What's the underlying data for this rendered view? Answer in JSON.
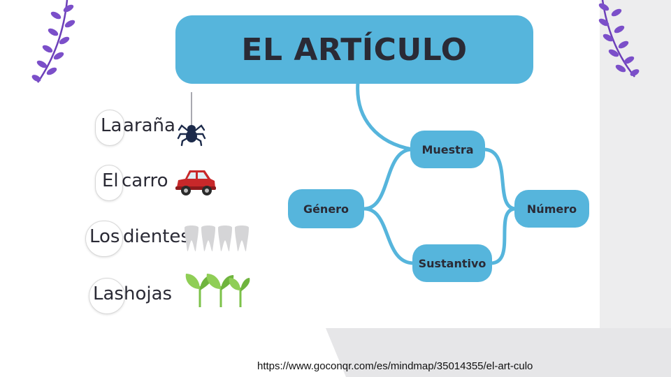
{
  "title": "EL ARTÍCULO",
  "nodes": {
    "muestra": "Muestra",
    "genero": "Género",
    "numero": "Número",
    "sustantivo": "Sustantivo"
  },
  "examples": [
    {
      "article": "La",
      "noun": "araña",
      "icon": "spider-icon"
    },
    {
      "article": "El",
      "noun": "carro",
      "icon": "car-icon"
    },
    {
      "article": "Los",
      "noun": "dientes",
      "icon": "teeth-icon"
    },
    {
      "article": "Las",
      "noun": "hojas",
      "icon": "leaves-icon"
    }
  ],
  "source_url": "https://www.goconqr.com/es/mindmap/35014355/el-art-culo",
  "colors": {
    "node_fill": "#56b5dc",
    "text": "#2a2a35",
    "vine": "#7b4fc9",
    "car": "#c8282a",
    "spider": "#1c2a4a",
    "leaf": "#7cc24a"
  }
}
